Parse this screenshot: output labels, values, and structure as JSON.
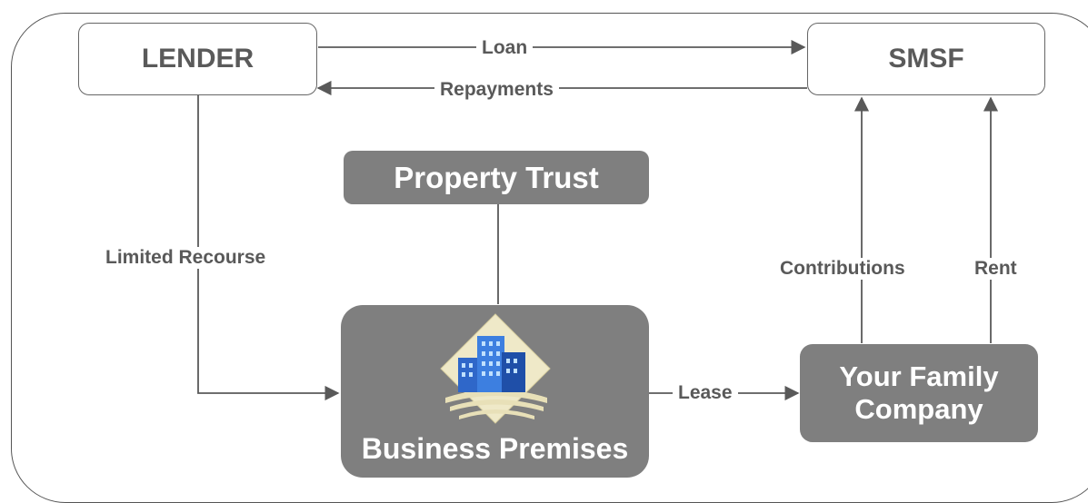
{
  "nodes": {
    "lender": "LENDER",
    "smsf": "SMSF",
    "property_trust": "Property Trust",
    "business_premises": "Business Premises",
    "family_company_line1": "Your Family",
    "family_company_line2": "Company"
  },
  "edges": {
    "loan": "Loan",
    "repayments": "Repayments",
    "limited_recourse": "Limited Recourse",
    "lease": "Lease",
    "contributions": "Contributions",
    "rent": "Rent"
  },
  "icons": {
    "building": "office-building-icon"
  },
  "colors": {
    "box_fill": "#7f7f7f",
    "line": "#595959",
    "text": "#595959"
  }
}
